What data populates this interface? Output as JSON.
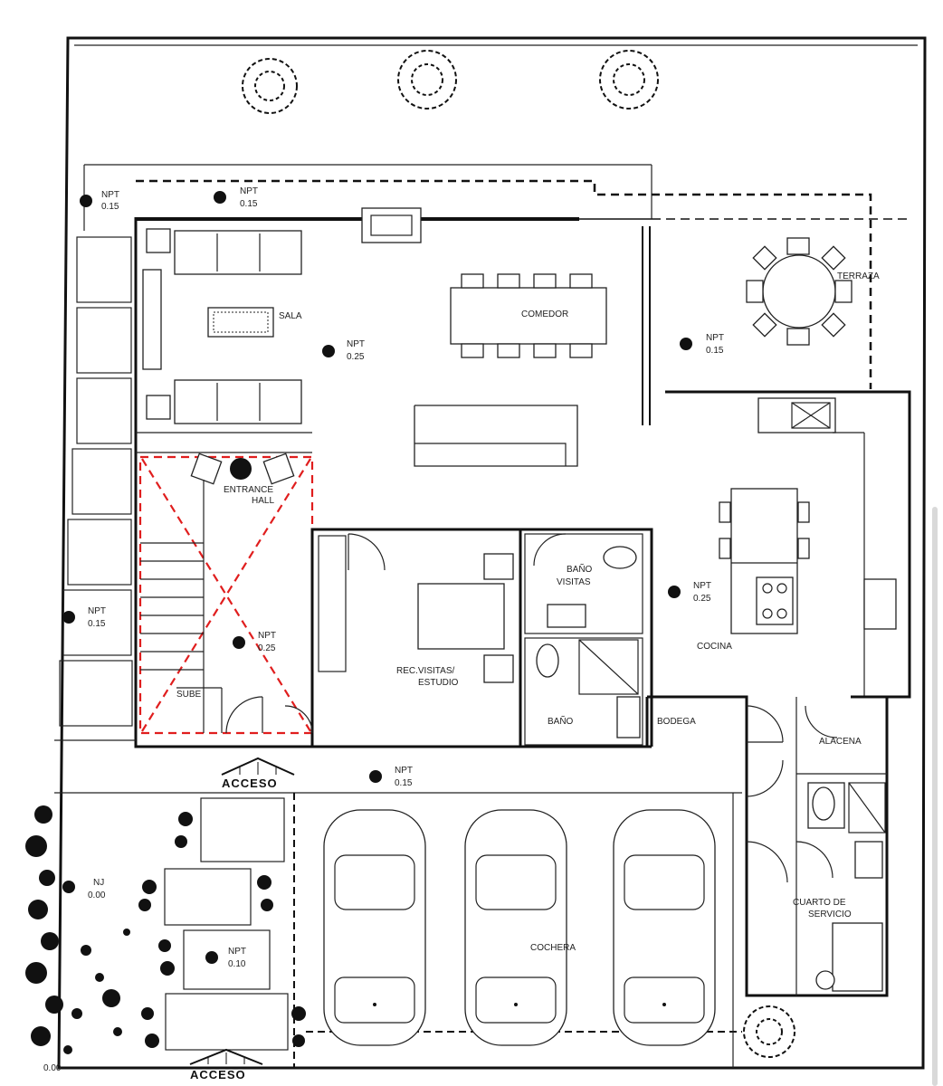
{
  "rooms": {
    "sala": "SALA",
    "comedor": "COMEDOR",
    "terraza": "TERRAZA",
    "entrance_hall_1": "ENTRANCE",
    "entrance_hall_2": "HALL",
    "bano_visitas_1": "BAÑO",
    "bano_visitas_2": "VISITAS",
    "rec_visitas_1": "REC.VISITAS/",
    "rec_visitas_2": "ESTUDIO",
    "cocina": "COCINA",
    "bano": "BAÑO",
    "bodega": "BODEGA",
    "alacena": "ALACENA",
    "cuarto_servicio_1": "CUARTO DE",
    "cuarto_servicio_2": "SERVICIO",
    "cochera": "COCHERA",
    "sube": "SUBE"
  },
  "levels": [
    {
      "label": "NPT",
      "value": "0.15"
    },
    {
      "label": "NPT",
      "value": "0.15"
    },
    {
      "label": "NPT",
      "value": "0.25"
    },
    {
      "label": "NPT",
      "value": "0.15"
    },
    {
      "label": "NPT",
      "value": "0.25"
    },
    {
      "label": "NPT",
      "value": "0.15"
    },
    {
      "label": "NPT",
      "value": "0.25"
    },
    {
      "label": "NPT",
      "value": "0.15"
    },
    {
      "label": "NJ",
      "value": "0.00"
    },
    {
      "label": "NPT",
      "value": "0.10"
    }
  ],
  "access": {
    "top": "ACCESO",
    "bottom": "ACCESO"
  },
  "corner_level": "0.00",
  "colors": {
    "walls": "#111111",
    "demolition_marks": "#e01e1e",
    "scrollbar": "#d9d9d9"
  }
}
